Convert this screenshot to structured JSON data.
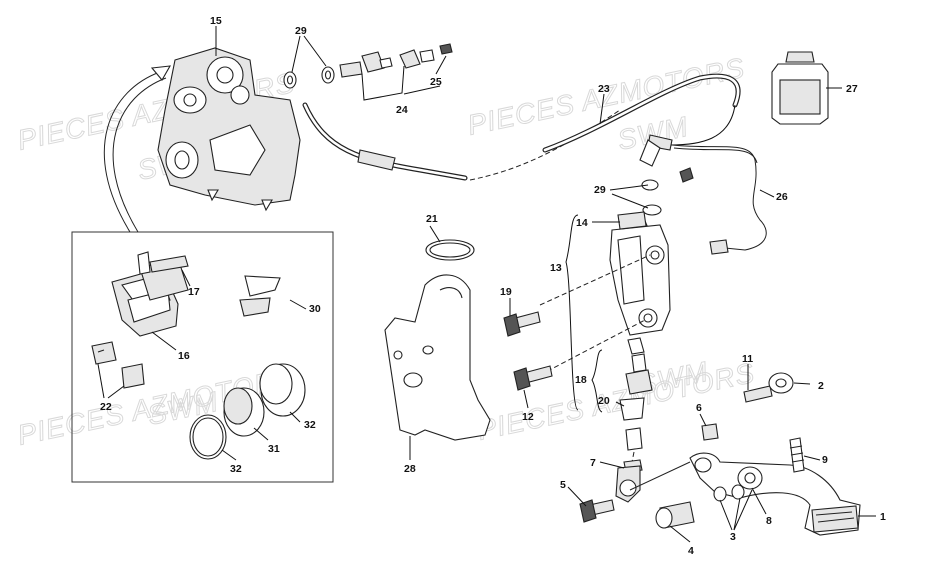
{
  "watermark": {
    "lines": [
      {
        "text": "PIECES AZMOTORS"
      },
      {
        "text": "SWM"
      },
      {
        "text": "PIECES AZMOTORS"
      },
      {
        "text": "SWM"
      },
      {
        "text": "PIECES AZMOTORS"
      },
      {
        "text": "SWM"
      },
      {
        "text": "PIECES AZMOTORS"
      },
      {
        "text": "SWM"
      }
    ]
  },
  "callouts": [
    {
      "id": "15",
      "text": "15"
    },
    {
      "id": "29a",
      "text": "29"
    },
    {
      "id": "25",
      "text": "25"
    },
    {
      "id": "24",
      "text": "24"
    },
    {
      "id": "23",
      "text": "23"
    },
    {
      "id": "27",
      "text": "27"
    },
    {
      "id": "26",
      "text": "26"
    },
    {
      "id": "29b",
      "text": "29"
    },
    {
      "id": "14",
      "text": "14"
    },
    {
      "id": "13",
      "text": "13"
    },
    {
      "id": "21",
      "text": "21"
    },
    {
      "id": "19",
      "text": "19"
    },
    {
      "id": "17",
      "text": "17"
    },
    {
      "id": "30",
      "text": "30"
    },
    {
      "id": "16",
      "text": "16"
    },
    {
      "id": "22",
      "text": "22"
    },
    {
      "id": "18",
      "text": "18"
    },
    {
      "id": "11",
      "text": "11"
    },
    {
      "id": "2",
      "text": "2"
    },
    {
      "id": "20",
      "text": "20"
    },
    {
      "id": "12",
      "text": "12"
    },
    {
      "id": "6",
      "text": "6"
    },
    {
      "id": "9",
      "text": "9"
    },
    {
      "id": "7",
      "text": "7"
    },
    {
      "id": "32a",
      "text": "32"
    },
    {
      "id": "31",
      "text": "31"
    },
    {
      "id": "32b",
      "text": "32"
    },
    {
      "id": "28",
      "text": "28"
    },
    {
      "id": "5",
      "text": "5"
    },
    {
      "id": "8",
      "text": "8"
    },
    {
      "id": "1",
      "text": "1"
    },
    {
      "id": "3",
      "text": "3"
    },
    {
      "id": "4",
      "text": "4"
    }
  ]
}
